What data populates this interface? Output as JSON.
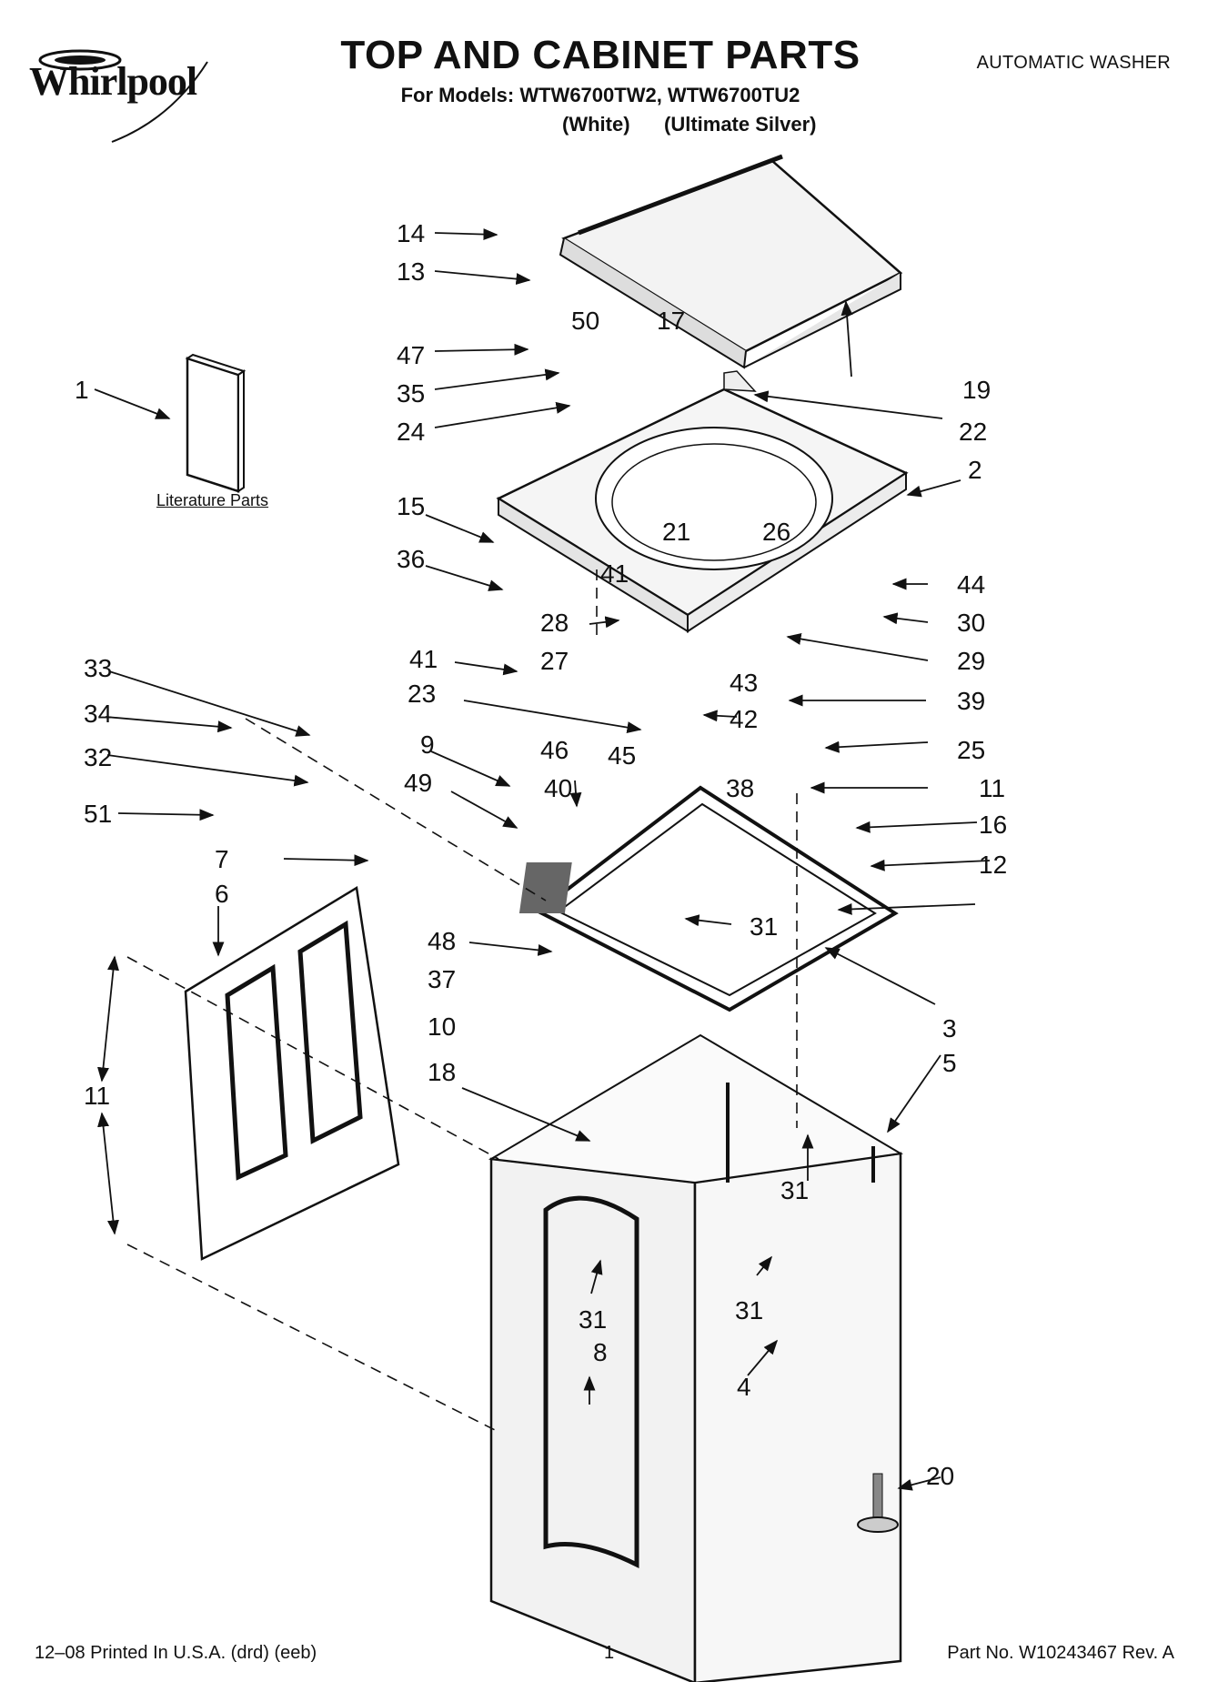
{
  "brand": {
    "logo_text": "Whirlpool"
  },
  "header": {
    "title": "TOP AND CABINET PARTS",
    "models_line": "For Models: WTW6700TW2, WTW6700TU2",
    "variant_white": "(White)",
    "variant_silver": "(Ultimate Silver)",
    "product_type": "AUTOMATIC WASHER"
  },
  "literature_label": "Literature Parts",
  "callouts": {
    "c14": "14",
    "c13": "13",
    "c50": "50",
    "c17": "17",
    "c19": "19",
    "c47": "47",
    "c35": "35",
    "c22": "22",
    "c1": "1",
    "c24": "24",
    "c2": "2",
    "c15": "15",
    "c21": "21",
    "c26": "26",
    "c36": "36",
    "c41a": "41",
    "c44": "44",
    "c28": "28",
    "c30": "30",
    "c29": "29",
    "c33": "33",
    "c41b": "41",
    "c27": "27",
    "c43": "43",
    "c23": "23",
    "c39": "39",
    "c34": "34",
    "c42": "42",
    "c9": "9",
    "c25": "25",
    "c32": "32",
    "c46": "46",
    "c45": "45",
    "c11a": "11",
    "c49": "49",
    "c40": "40",
    "c38": "38",
    "c51": "51",
    "c16": "16",
    "c7": "7",
    "c12": "12",
    "c6": "6",
    "c31a": "31",
    "c48": "48",
    "c37": "37",
    "c3": "3",
    "c10": "10",
    "c5": "5",
    "c18": "18",
    "c11b": "11",
    "c31b": "31",
    "c31c": "31",
    "c31d": "31",
    "c8": "8",
    "c4": "4",
    "c20": "20"
  },
  "footer": {
    "print_info": "12–08 Printed In U.S.A. (drd) (eeb)",
    "page_number": "1",
    "part_number": "Part No. W10243467 Rev. A"
  }
}
